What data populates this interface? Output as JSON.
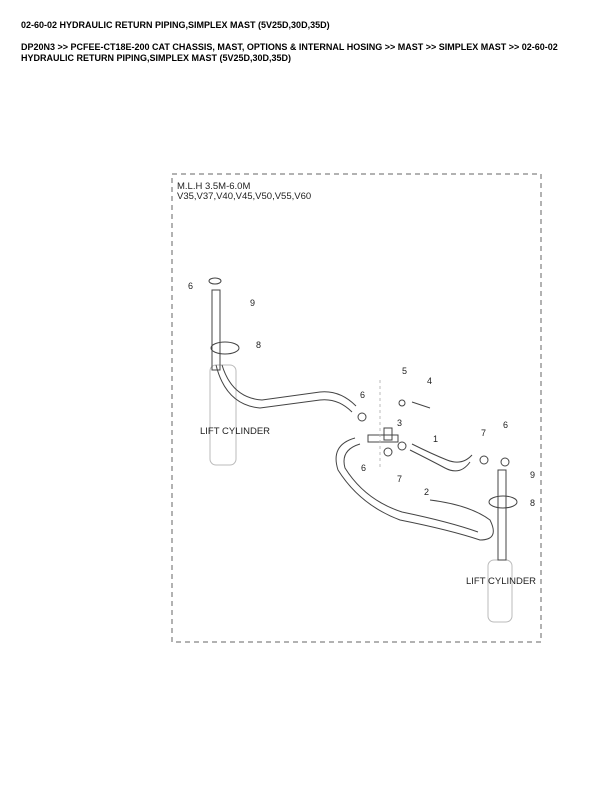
{
  "title": "02-60-02 HYDRAULIC RETURN PIPING,SIMPLEX MAST (5V25D,30D,35D)",
  "breadcrumb_line1": "DP20N3 >> PCFEE-CT18E-200 CAT CHASSIS, MAST, OPTIONS & INTERNAL HOSING >> MAST >> SIMPLEX MAST >> 02-60-02",
  "breadcrumb_line2": "HYDRAULIC RETURN PIPING,SIMPLEX MAST (5V25D,30D,35D)",
  "diagram": {
    "note_line1": "M.L.H 3.5M-6.0M",
    "note_line2": "V35,V37,V40,V45,V50,V55,V60",
    "left_cylinder": "LIFT CYLINDER",
    "right_cylinder": "LIFT CYLINDER",
    "callouts": {
      "c6a": "6",
      "c9a": "9",
      "c8a": "8",
      "c5": "5",
      "c4": "4",
      "c6b": "6",
      "c3": "3",
      "c1": "1",
      "c7a": "7",
      "c6c": "6",
      "c6d": "6",
      "c7b": "7",
      "c2": "2",
      "c9b": "9",
      "c8b": "8"
    }
  }
}
